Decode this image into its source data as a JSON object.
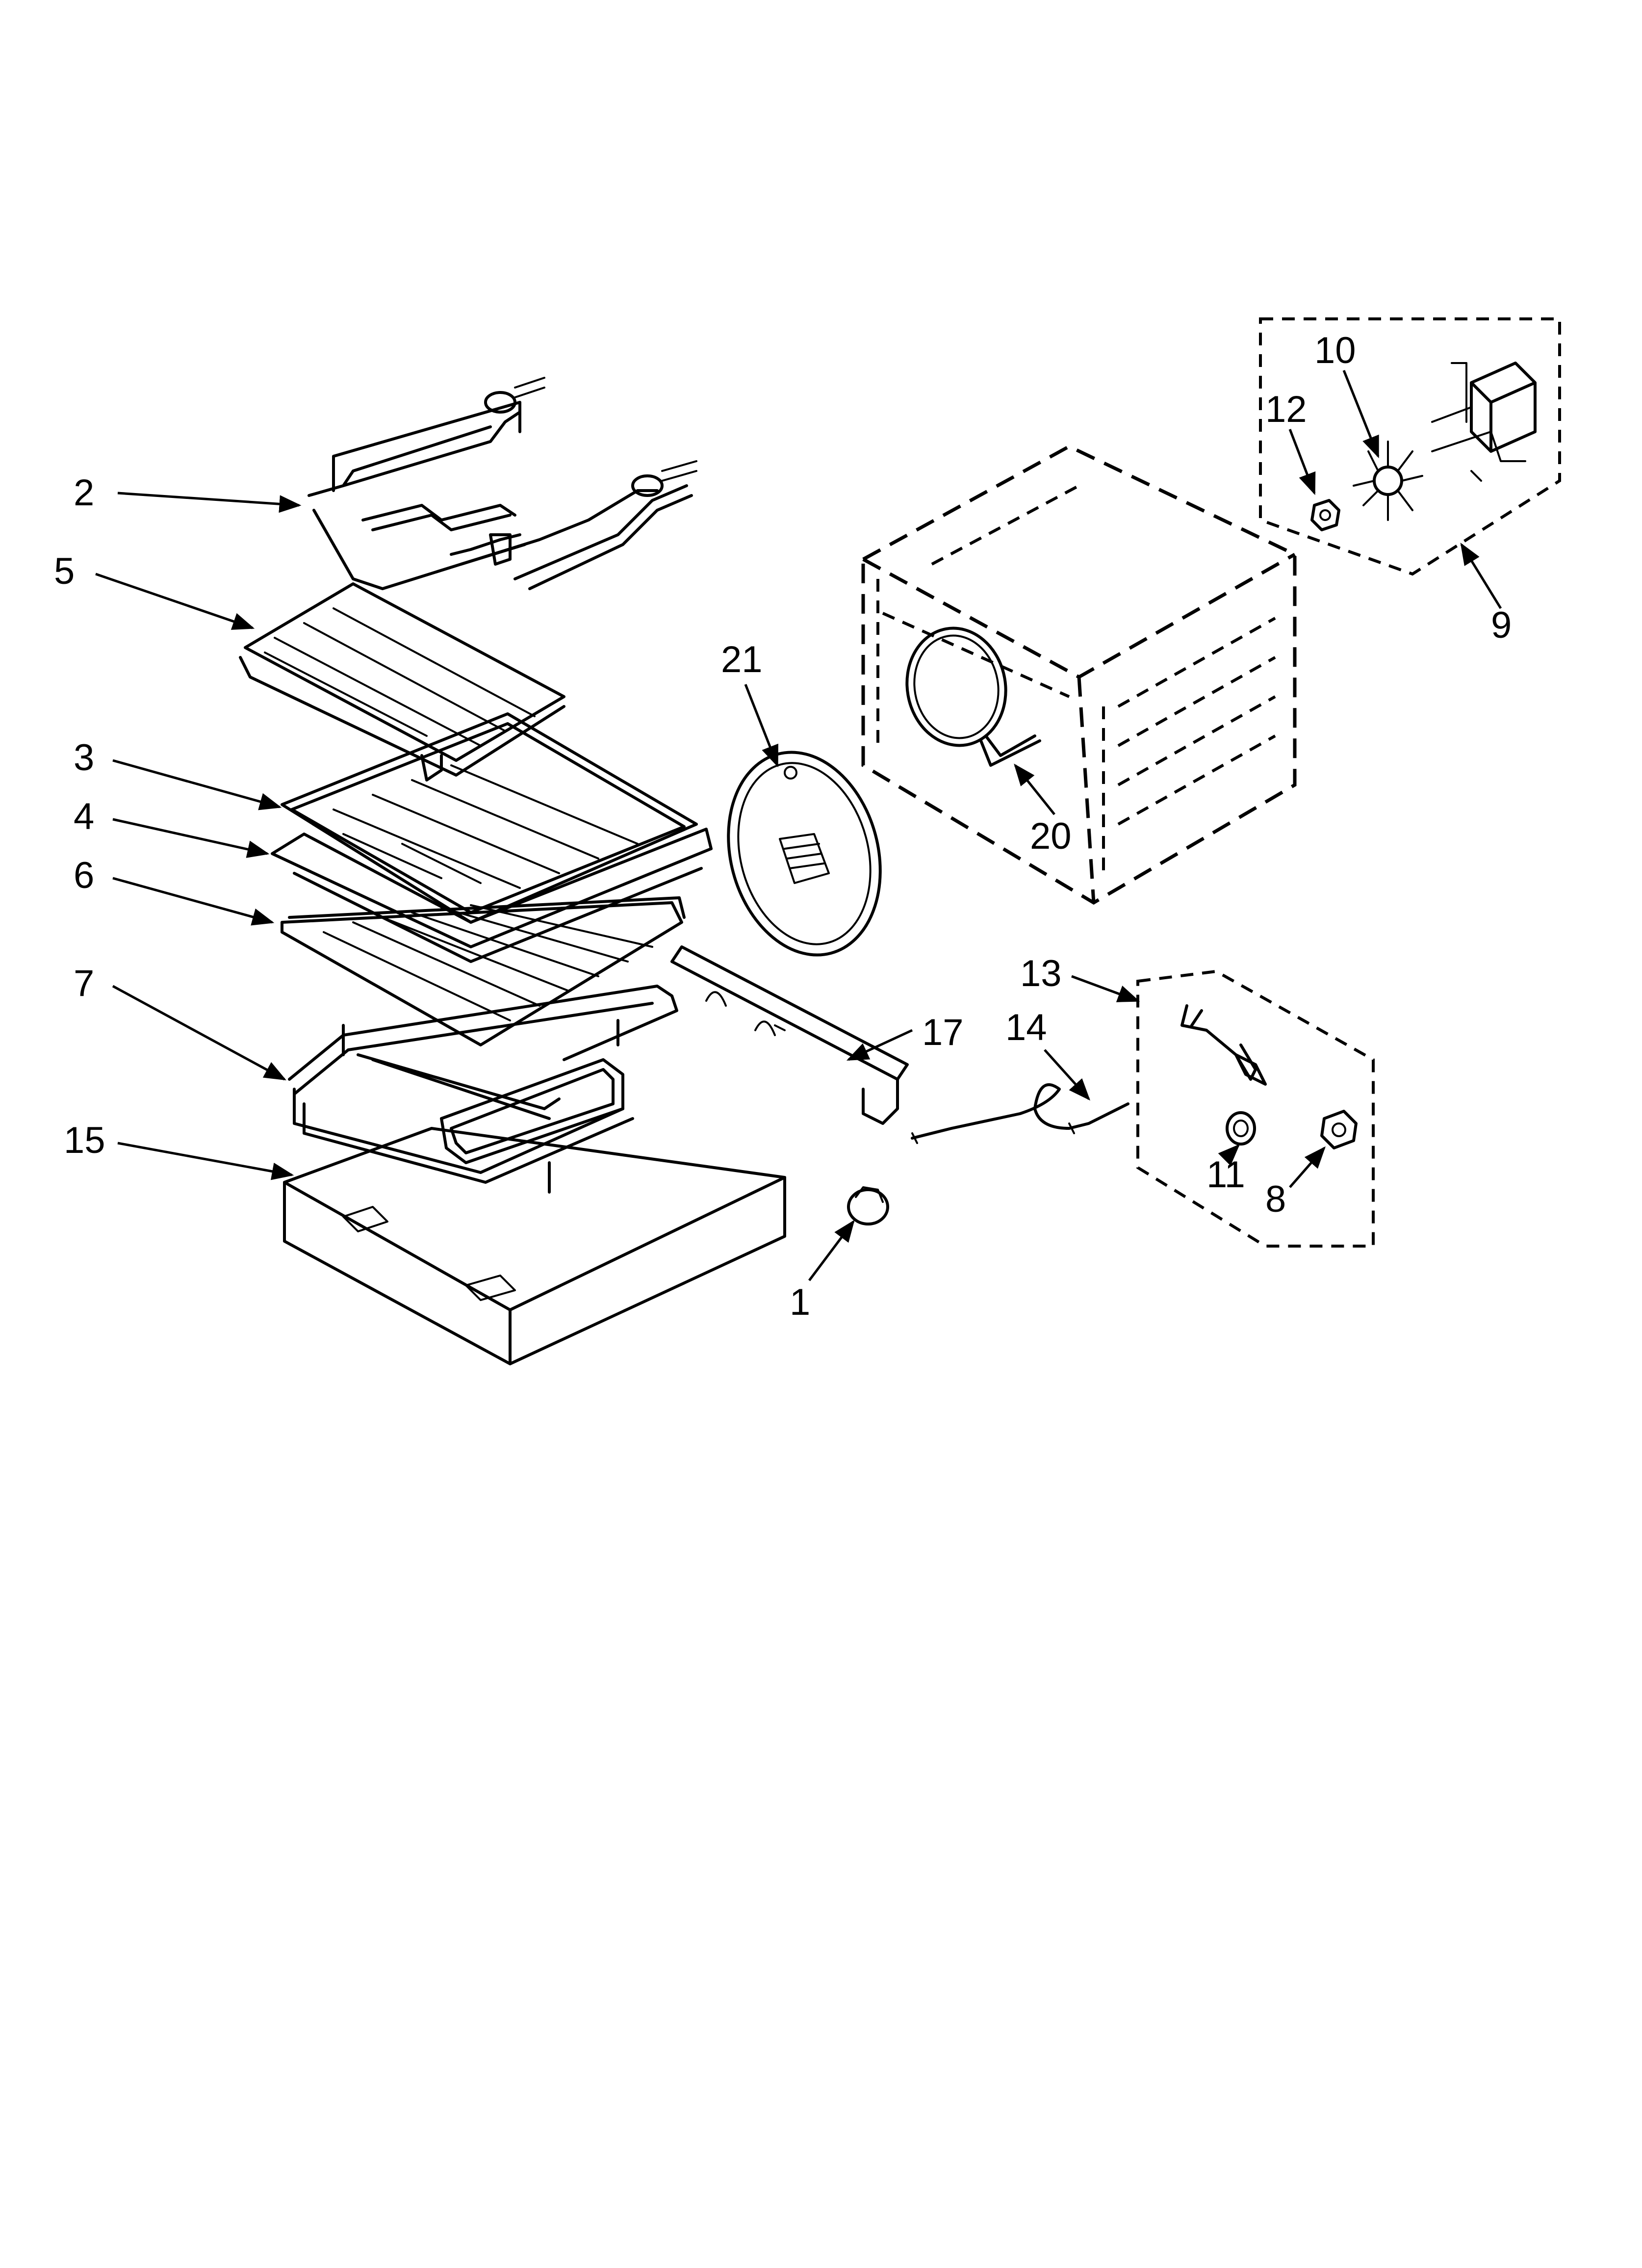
{
  "callouts": {
    "c1": "1",
    "c2": "2",
    "c3": "3",
    "c4": "4",
    "c5": "5",
    "c6": "6",
    "c7": "7",
    "c8": "8",
    "c9": "9",
    "c10": "10",
    "c11": "11",
    "c12": "12",
    "c13": "13",
    "c14": "14",
    "c15": "15",
    "c17": "17",
    "c20": "20",
    "c21": "21"
  },
  "colors": {
    "ink": "#000000",
    "paper": "#ffffff"
  }
}
